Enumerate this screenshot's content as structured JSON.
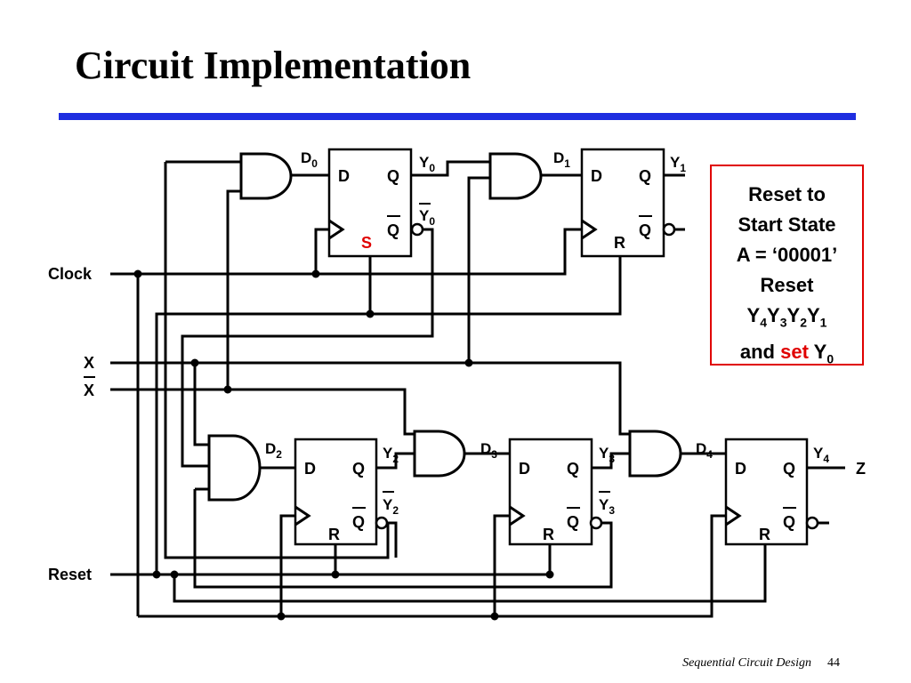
{
  "slide": {
    "title": "Circuit Implementation",
    "footer_text": "Sequential Circuit Design",
    "page_number": "44"
  },
  "inputs": {
    "clock": "Clock",
    "x": "X",
    "x_bar": "X",
    "reset": "Reset"
  },
  "output": {
    "z": "Z"
  },
  "flipflops": [
    {
      "d": "D",
      "q": "Q",
      "qbar": "Q",
      "ctrl": "S",
      "d_label": "D",
      "d_sub": "0",
      "y_label": "Y",
      "y_sub": "0",
      "ybar_label": "Y",
      "ybar_sub": "0"
    },
    {
      "d": "D",
      "q": "Q",
      "qbar": "Q",
      "ctrl": "R",
      "d_label": "D",
      "d_sub": "1",
      "y_label": "Y",
      "y_sub": "1"
    },
    {
      "d": "D",
      "q": "Q",
      "qbar": "Q",
      "ctrl": "R",
      "d_label": "D",
      "d_sub": "2",
      "y_label": "Y",
      "y_sub": "2",
      "ybar_label": "Y",
      "ybar_sub": "2"
    },
    {
      "d": "D",
      "q": "Q",
      "qbar": "Q",
      "ctrl": "R",
      "d_label": "D",
      "d_sub": "3",
      "y_label": "Y",
      "y_sub": "3",
      "ybar_label": "Y",
      "ybar_sub": "3"
    },
    {
      "d": "D",
      "q": "Q",
      "qbar": "Q",
      "ctrl": "R",
      "d_label": "D",
      "d_sub": "4",
      "y_label": "Y",
      "y_sub": "4"
    }
  ],
  "note": {
    "line1": "Reset to",
    "line2": "Start State",
    "line3": "A = ‘00001’",
    "line4": "Reset",
    "y": "Y",
    "s4": "4",
    "s3": "3",
    "s2": "2",
    "s1": "1",
    "and": "and",
    "set": "set",
    "s0": "0"
  },
  "colors": {
    "rule": "#1f2ee0",
    "highlight": "#e00000",
    "border": "#e00000"
  }
}
